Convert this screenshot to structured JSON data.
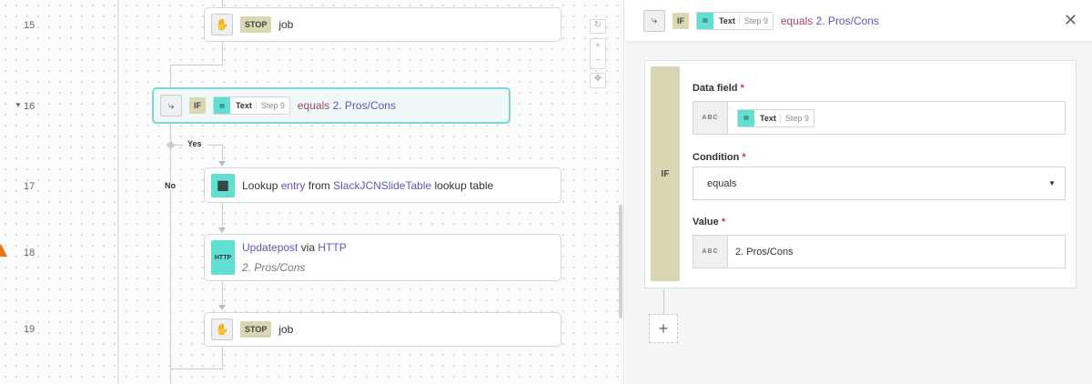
{
  "line_numbers": [
    "15",
    "16",
    "17",
    "18",
    "19"
  ],
  "steps": {
    "s15": {
      "badge": "STOP",
      "text": "job"
    },
    "s16": {
      "badge": "IF",
      "pill_label": "Text",
      "pill_step": "Step 9",
      "op": "equals",
      "value": "2. Pros/Cons"
    },
    "s17": {
      "w1": "Lookup",
      "w2": "entry",
      "w3": "from",
      "w4": "SlackJCNSlideTable",
      "w5": "lookup table"
    },
    "s18": {
      "w1": "Updatepost",
      "w2": "via",
      "w3": "HTTP",
      "sub": "2. Pros/Cons",
      "icon_text": "HTTP"
    },
    "s19": {
      "badge": "STOP",
      "text": "job"
    }
  },
  "branches": {
    "yes": "Yes",
    "no": "No"
  },
  "controls": {
    "zoom_in": "+",
    "zoom_out": "−"
  },
  "panel": {
    "badge": "IF",
    "pill_label": "Text",
    "pill_step": "Step 9",
    "op": "equals",
    "value": "2. Pros/Cons",
    "strip": "IF",
    "data_field": {
      "label": "Data field",
      "req": "*",
      "type": "ABC",
      "pill_label": "Text",
      "pill_step": "Step 9"
    },
    "condition": {
      "label": "Condition",
      "req": "*",
      "value": "equals"
    },
    "value_field": {
      "label": "Value",
      "req": "*",
      "type": "ABC",
      "value": "2. Pros/Cons"
    },
    "add": "+"
  },
  "colors": {
    "accent": "#5fe0d2",
    "if_badge": "#d9d6b2",
    "warning": "#e8731c"
  }
}
